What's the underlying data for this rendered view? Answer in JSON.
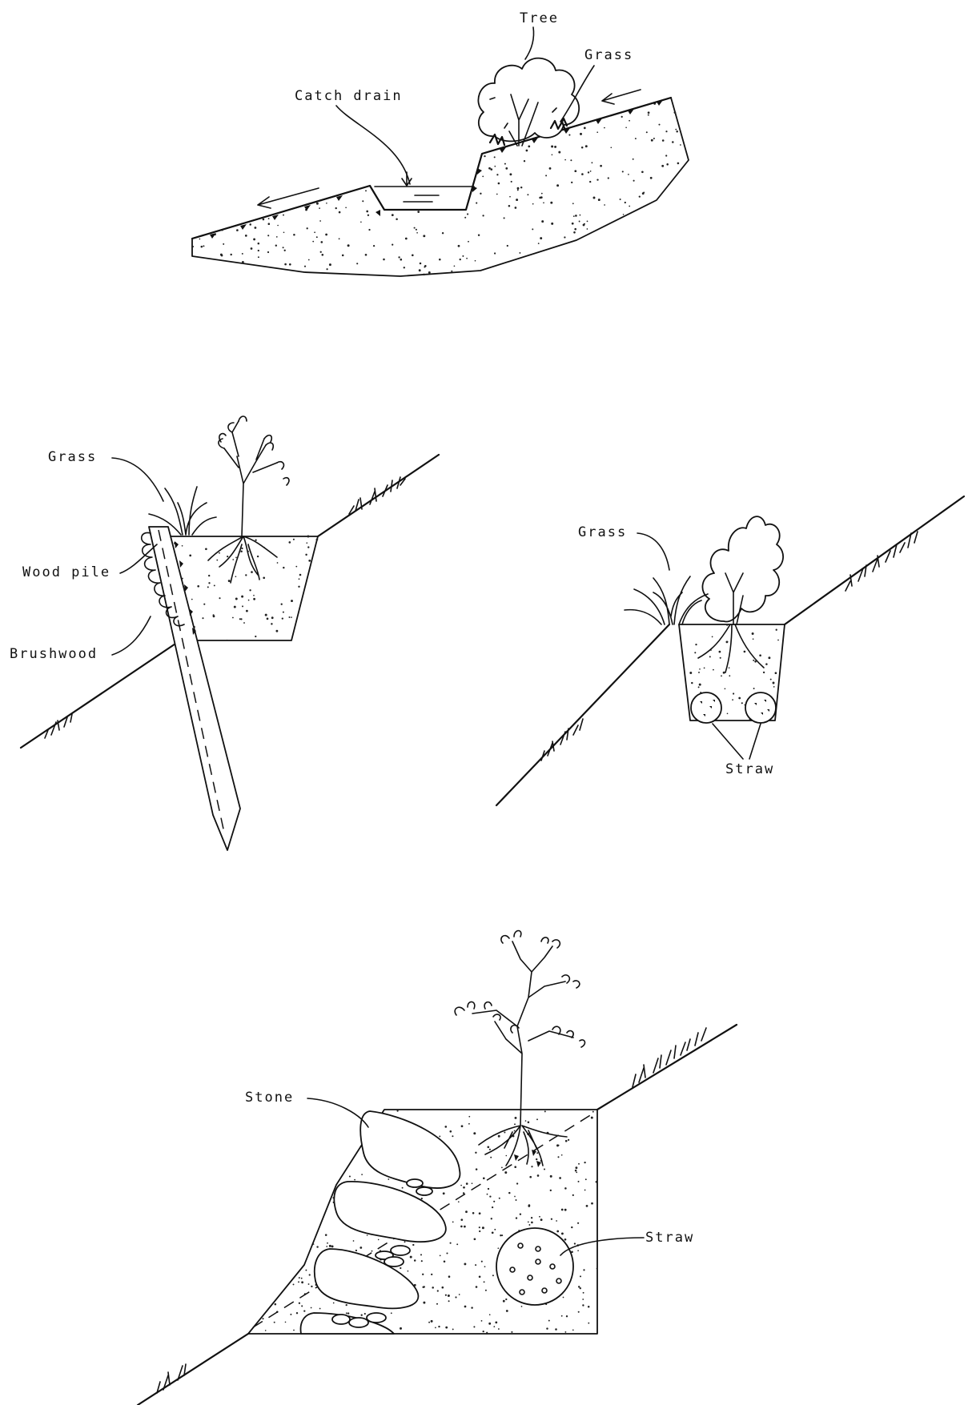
{
  "figure1": {
    "labels": {
      "tree": "Tree",
      "grass": "Grass",
      "catch_drain": "Catch drain"
    }
  },
  "figure2": {
    "labels": {
      "grass": "Grass",
      "wood_pile": "Wood pile",
      "brushwood": "Brushwood"
    }
  },
  "figure3": {
    "labels": {
      "grass": "Grass",
      "straw": "Straw"
    }
  },
  "figure4": {
    "labels": {
      "stone": "Stone",
      "straw": "Straw"
    }
  }
}
